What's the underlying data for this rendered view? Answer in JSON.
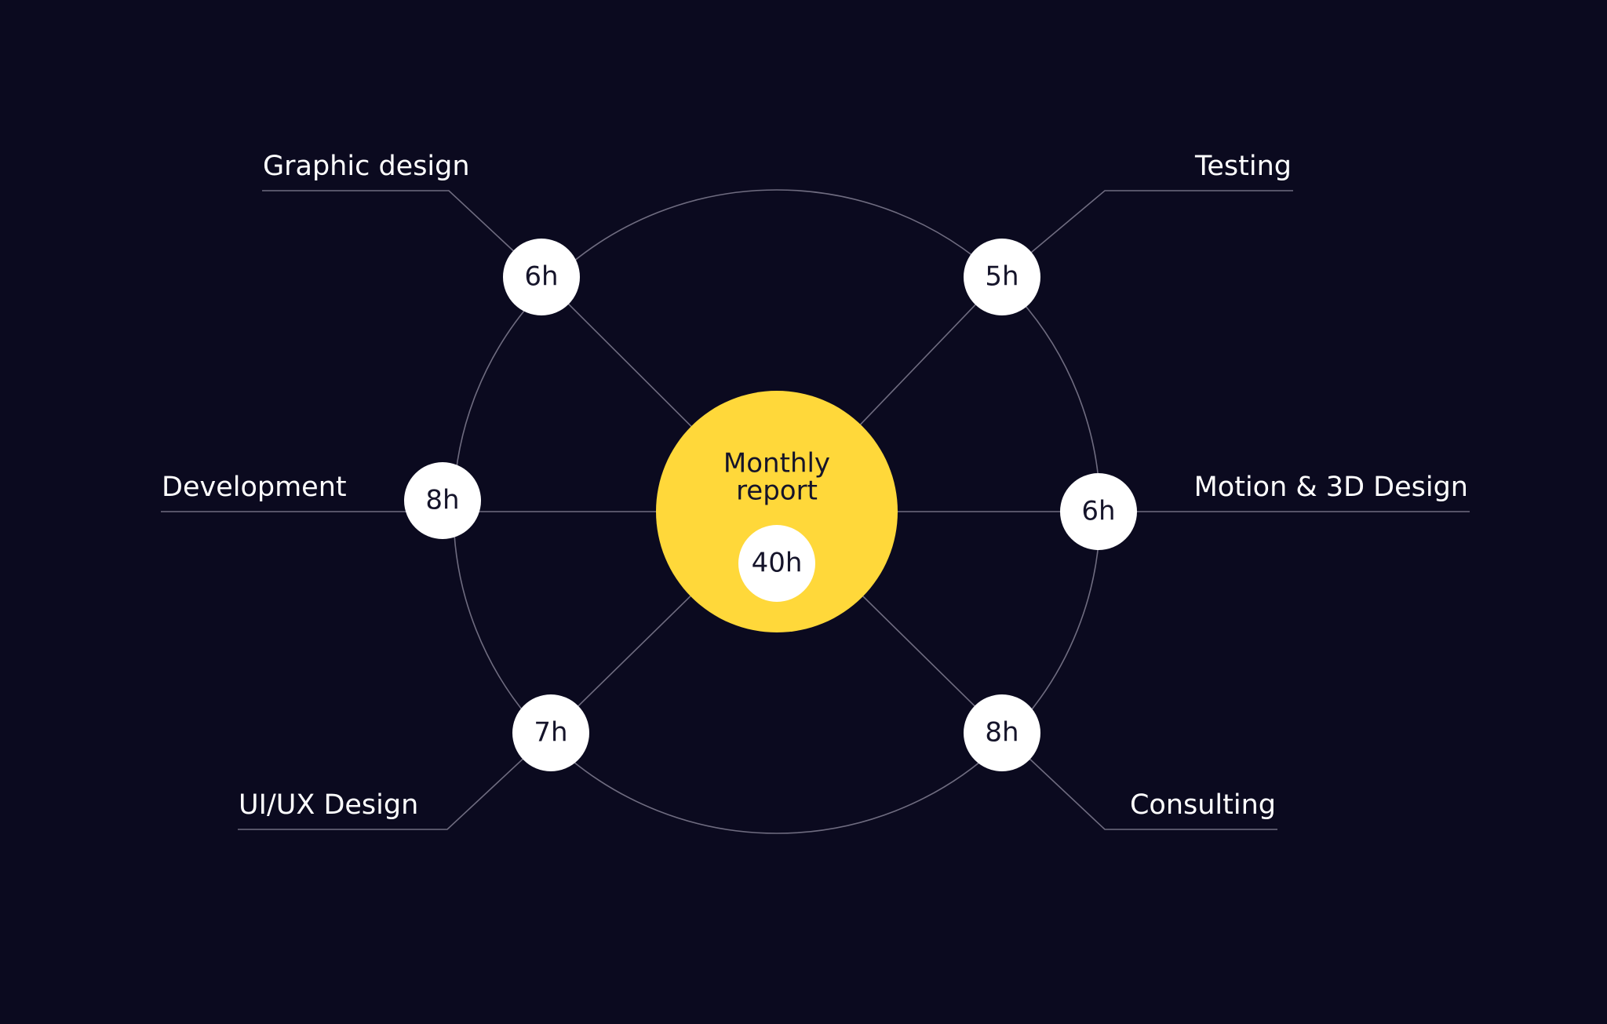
{
  "colors": {
    "background": "#0b0a1f",
    "hub": "#ffd83a",
    "node": "#ffffff",
    "line": "#6f6c80",
    "label": "#ffffff",
    "node_text": "#15142a"
  },
  "hub": {
    "title_line1": "Monthly",
    "title_line2": "report",
    "total": "40h"
  },
  "categories": [
    {
      "label": "Graphic design",
      "hours": "6h"
    },
    {
      "label": "Testing",
      "hours": "5h"
    },
    {
      "label": "Development",
      "hours": "8h"
    },
    {
      "label": "Motion & 3D Design",
      "hours": "6h"
    },
    {
      "label": "UI/UX Design",
      "hours": "7h"
    },
    {
      "label": "Consulting",
      "hours": "8h"
    }
  ]
}
